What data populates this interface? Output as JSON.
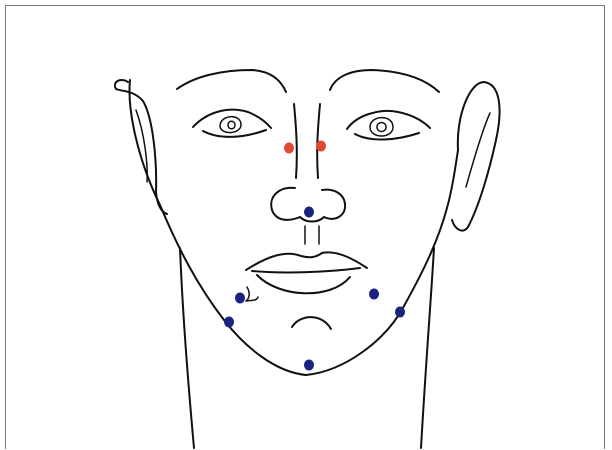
{
  "illustration": {
    "subject": "face-line-drawing",
    "ink_color": "#111111",
    "background_color": "#ffffff"
  },
  "markers": {
    "nose_points": {
      "color": "#e0482f",
      "count": 2
    },
    "lower_face_points": {
      "color": "#1a237e",
      "count": 6
    }
  }
}
